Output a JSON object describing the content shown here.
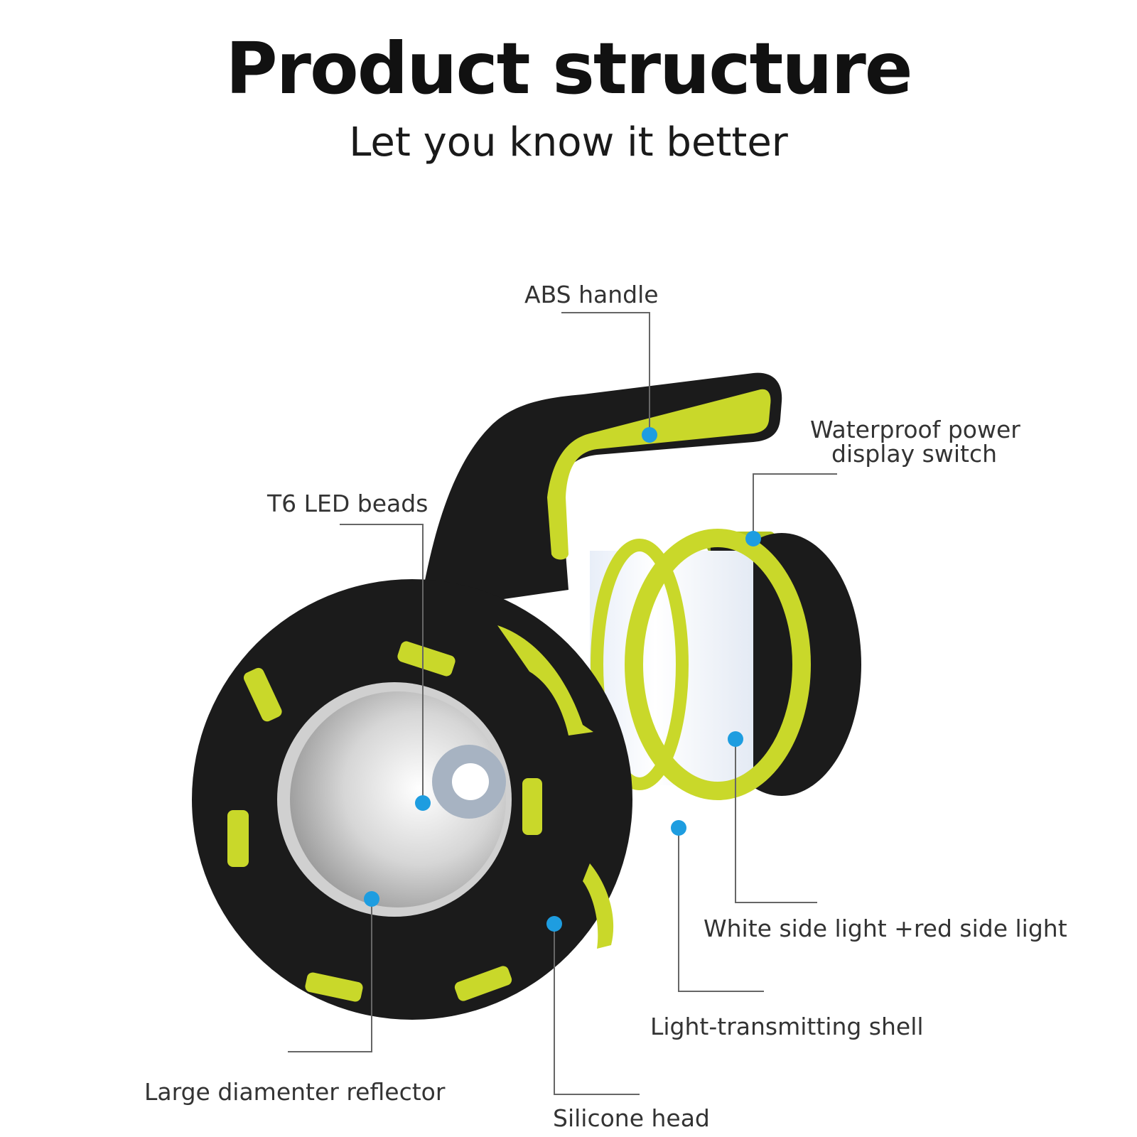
{
  "header": {
    "title": "Product structure",
    "subtitle": "Let you know it better"
  },
  "colors": {
    "body_black": "#1b1b1b",
    "accent_yellow": "#c9d82a",
    "marker_blue": "#1e9de0",
    "leader_line": "#666666"
  },
  "callouts": {
    "abs_handle": "ABS handle",
    "power_switch_line1": "Waterproof power",
    "power_switch_line2": "display switch",
    "t6_led": "T6 LED beads",
    "side_light": "White side light +red side light",
    "shell": "Light-transmitting shell",
    "reflector": "Large diamenter reflector",
    "silicone_head": "Silicone head"
  }
}
